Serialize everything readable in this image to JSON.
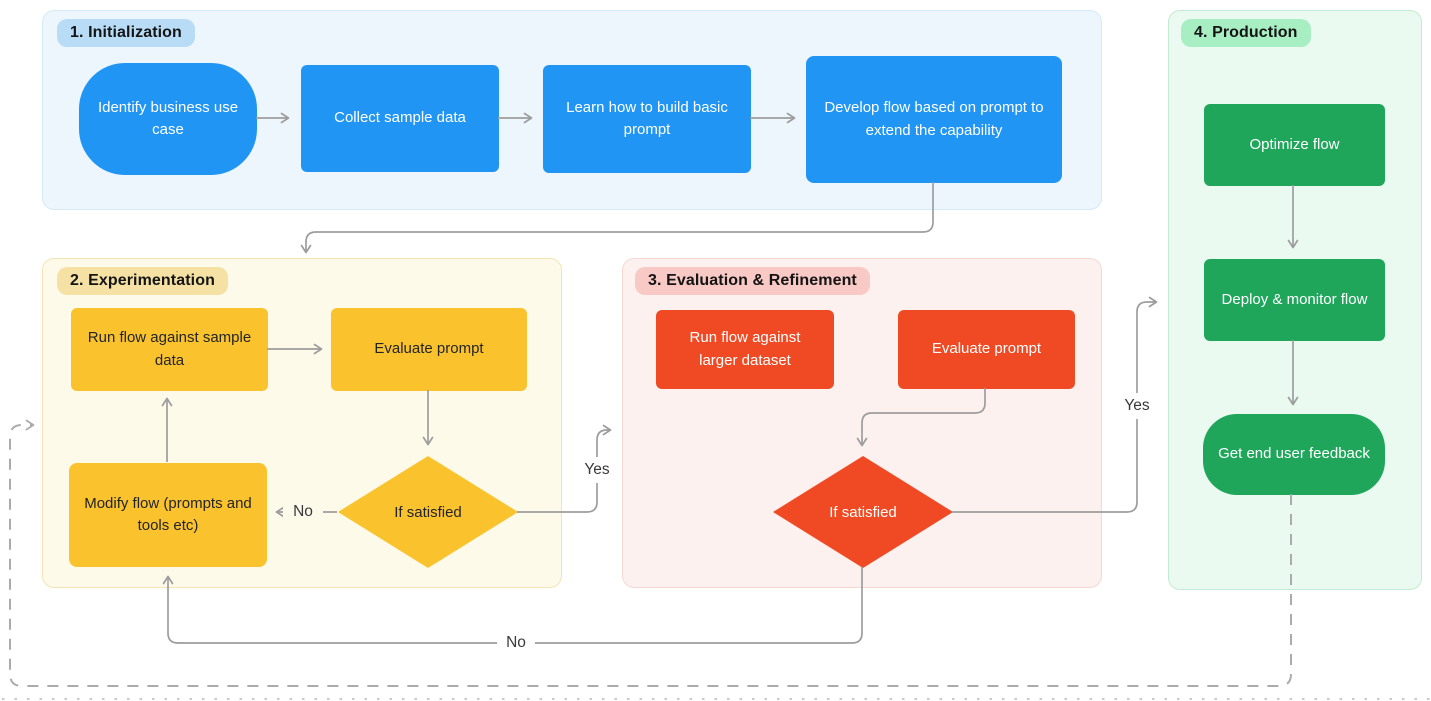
{
  "sections": {
    "initialization": {
      "badge": "1. Initialization",
      "nodes": {
        "identify": "Identify business use case",
        "collect": "Collect sample data",
        "learn": "Learn how to build basic prompt",
        "develop": "Develop flow based on prompt to extend the capability"
      }
    },
    "experimentation": {
      "badge": "2. Experimentation",
      "nodes": {
        "run_sample": "Run flow against sample data",
        "evaluate": "Evaluate prompt",
        "decision": "If satisfied",
        "modify": "Modify flow (prompts and tools etc)"
      }
    },
    "evaluation": {
      "badge": "3. Evaluation & Refinement",
      "nodes": {
        "run_larger": "Run flow against larger dataset",
        "evaluate": "Evaluate prompt",
        "decision": "If satisfied"
      }
    },
    "production": {
      "badge": "4. Production",
      "nodes": {
        "optimize": "Optimize flow",
        "deploy": "Deploy & monitor flow",
        "feedback": "Get end user feedback"
      }
    }
  },
  "edge_labels": {
    "exp_no": "No",
    "exp_yes": "Yes",
    "eval_yes": "Yes",
    "eval_no": "No"
  },
  "colors": {
    "blue_node": "#2095f3",
    "yellow_node": "#fac32e",
    "red_node": "#f04a24",
    "green_node": "#1fa65b",
    "blue_badge": "#b9dcf6",
    "yellow_badge": "#f5e1a4",
    "pink_badge": "#f8c9c5",
    "green_badge": "#a8eec3",
    "blue_section_bg": "#edf6fc",
    "yellow_section_bg": "#fdfaea",
    "red_section_bg": "#fcf1ee",
    "green_section_bg": "#eafaf0",
    "arrow": "#9d9d9d",
    "dashed_arrow": "#ababab"
  }
}
